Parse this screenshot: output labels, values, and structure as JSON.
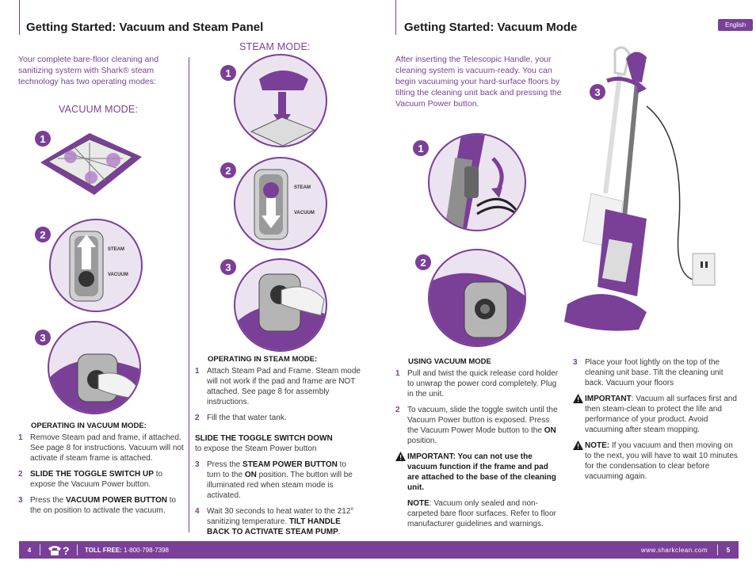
{
  "left": {
    "title": "Getting Started: Vacuum and Steam Panel",
    "intro": "Your complete bare-floor cleaning and sanitizing system with Shark® steam technology has two operating modes:",
    "vacuum_mode_heading": "VACUUM MODE:",
    "steam_mode_heading": "STEAM MODE:",
    "badges": [
      "1",
      "2",
      "3"
    ],
    "panel_labels": {
      "steam": "STEAM",
      "vacuum": "VACUUM"
    },
    "vacuum_steps": {
      "heading": "OPERATING IN VACUUM MODE:",
      "items": [
        {
          "num": "1",
          "text": "Remove Steam pad and frame, if attached. See page 8 for instructions. Vacuum will not activate if steam frame is attached."
        },
        {
          "num": "2",
          "bold": "SLIDE THE TOGGLE SWITCH UP",
          "text": " to expose the Vacuum Power button."
        },
        {
          "num": "3",
          "pre": "Press the ",
          "bold": "VACUUM POWER BUTTON",
          "text": " to the on position to activate the vacuum."
        }
      ]
    },
    "steam_steps": {
      "heading": "OPERATING IN STEAM MODE:",
      "s1": "Attach Steam Pad and Frame. Steam mode will not work if the pad and frame are NOT attached. See page 8 for assembly instructions.",
      "s2": "Fill the that water tank.",
      "s2_bold": "SLIDE THE TOGGLE SWITCH DOWN",
      "s2_after": "to expose the Steam Power button",
      "s3_pre": "Press the ",
      "s3_bold": "STEAM POWER BUTTON",
      "s3_mid": " to turn to the ",
      "s3_on": "ON",
      "s3_post": " position. The button will be illuminated red when steam mode is activated.",
      "s4": "Wait 30 seconds to heat water to the 212° sanitizing temperature.",
      "s4_bold": "TILT HANDLE BACK TO ACTIVATE STEAM PUMP",
      "s4_end": ".",
      "nums": [
        "1",
        "2",
        "3",
        "4"
      ]
    }
  },
  "right": {
    "title": "Getting Started: Vacuum Mode",
    "lang_tab": "English",
    "intro": "After inserting the Telescopic Handle, your cleaning system is vacuum-ready. You can begin vacuuming your hard-surface floors by tilting the cleaning unit back and pressing the Vacuum Power button.",
    "steps": {
      "heading": "USING VACUUM MODE",
      "s1": "Pull and twist the quick release cord holder to unwrap the power cord completely. Plug in the unit.",
      "s2_pre": "To vacuum, slide the toggle switch until the Vacuum Power button is exposed. Press the Vacuum Power Mode button to the ",
      "s2_on": "ON",
      "s2_post": " position.",
      "important_bold": "IMPORTANT: You can not use the vacuum function if the frame and pad are attached to the base of the cleaning unit.",
      "note_bold": "NOTE",
      "note_text": ": Vacuum only sealed and non-carpeted bare floor surfaces. Refer to floor manufacturer guidelines and warnings.",
      "s3": "Place your foot lightly on the top of the cleaning unit base. Tilt the cleaning unit back. Vacuum your floors",
      "important2_bold": "IMPORTANT",
      "important2_text": ": Vacuum all surfaces first and then steam-clean to protect the life and performance of your product. Avoid vacuuming after steam mopping.",
      "note2_bold": "NOTE:",
      "note2_text": " If you vacuum and then moving on to the next, you will have to wait 10 minutes for the condensation to clear before vacuuming again.",
      "nums": [
        "1",
        "2",
        "3"
      ]
    }
  },
  "footer": {
    "page_left": "4",
    "toll_free_label": "TOLL FREE:",
    "toll_free_number": " 1-800-798-7398",
    "website": "www.sharkclean.com",
    "page_right": "5"
  },
  "colors": {
    "accent": "#7a3f97",
    "light": "#ece3f1"
  },
  "icons": [
    "phone-help-icon",
    "warning-icon"
  ]
}
